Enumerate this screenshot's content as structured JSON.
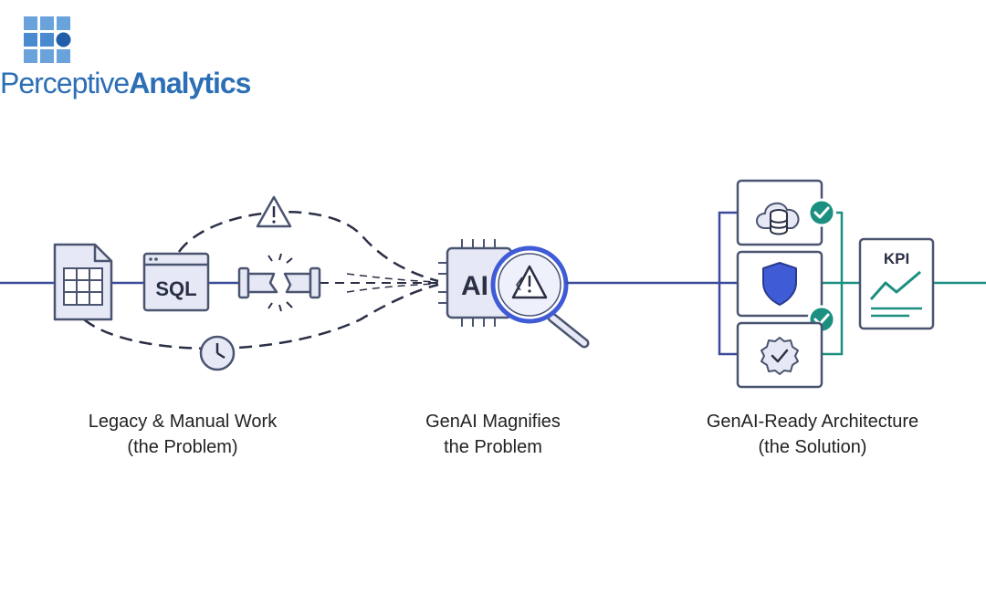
{
  "brand": {
    "name_regular": "Perceptive",
    "name_bold": "Analytics",
    "color": "#2d6fb5"
  },
  "stages": [
    {
      "id": "legacy",
      "caption_line1": "Legacy & Manual Work",
      "caption_line2": "(the Problem)",
      "icons": [
        "spreadsheet-icon",
        "sql-window-icon",
        "broken-pipe-icon",
        "warning-icon",
        "clock-icon"
      ],
      "sql_label": "SQL"
    },
    {
      "id": "genai",
      "caption_line1": "GenAI Magnifies",
      "caption_line2": "the Problem",
      "icons": [
        "ai-chip-icon",
        "magnifier-warning-icon"
      ],
      "chip_label": "AI"
    },
    {
      "id": "solution",
      "caption_line1": "GenAI-Ready Architecture",
      "caption_line2": "(the Solution)",
      "icons": [
        "cloud-database-icon",
        "shield-icon",
        "badge-check-icon",
        "checkmark-icon",
        "kpi-chart-icon"
      ],
      "kpi_label": "KPI"
    }
  ],
  "colors": {
    "line_blue": "#3c4a9a",
    "icon_stroke": "#4a5470",
    "icon_fill": "#e6e9f5",
    "teal": "#1b8f80",
    "shield": "#3f5bd6"
  }
}
